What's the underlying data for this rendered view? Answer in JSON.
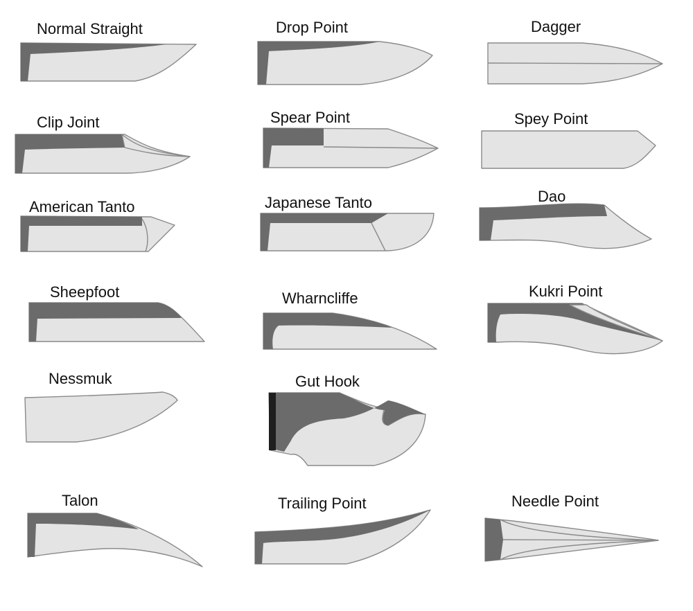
{
  "colors": {
    "blade_fill": "#e4e4e4",
    "spine_fill": "#6b6b6b",
    "outline": "#8a8a8a",
    "label": "#111111",
    "background": "#ffffff"
  },
  "blades": [
    {
      "id": "normal-straight",
      "label": "Normal Straight"
    },
    {
      "id": "drop-point",
      "label": "Drop Point"
    },
    {
      "id": "dagger",
      "label": "Dagger"
    },
    {
      "id": "clip-joint",
      "label": "Clip Joint"
    },
    {
      "id": "spear-point",
      "label": "Spear Point"
    },
    {
      "id": "spey-point",
      "label": "Spey Point"
    },
    {
      "id": "american-tanto",
      "label": "American Tanto"
    },
    {
      "id": "japanese-tanto",
      "label": "Japanese Tanto"
    },
    {
      "id": "dao",
      "label": "Dao"
    },
    {
      "id": "sheepfoot",
      "label": "Sheepfoot"
    },
    {
      "id": "wharncliffe",
      "label": "Wharncliffe"
    },
    {
      "id": "kukri-point",
      "label": "Kukri Point"
    },
    {
      "id": "nessmuk",
      "label": "Nessmuk"
    },
    {
      "id": "gut-hook",
      "label": "Gut Hook"
    },
    {
      "id": "talon",
      "label": "Talon"
    },
    {
      "id": "trailing-point",
      "label": "Trailing Point"
    },
    {
      "id": "needle-point",
      "label": "Needle Point"
    }
  ]
}
